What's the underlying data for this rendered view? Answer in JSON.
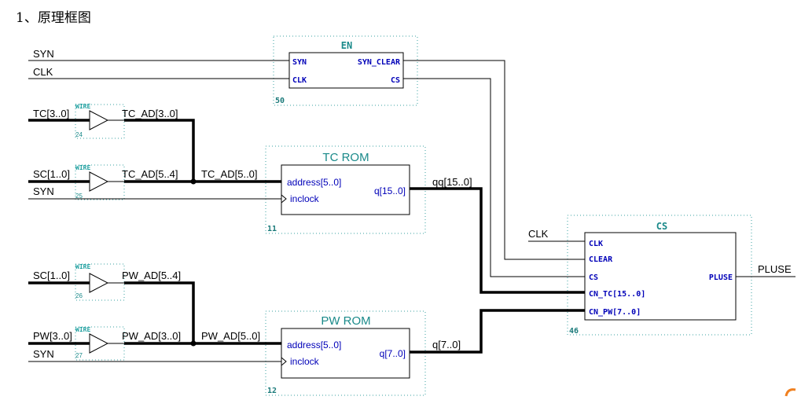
{
  "heading": "1、原理框图",
  "signals": {
    "syn": "SYN",
    "clk": "CLK",
    "tc_in": "TC[3..0]",
    "sc_in_a": "SC[1..0]",
    "syn_b": "SYN",
    "sc_in_b": "SC[1..0]",
    "pw_in": "PW[3..0]",
    "syn_c": "SYN",
    "clk_cs": "CLK",
    "tc_ad_30": "TC_AD[3..0]",
    "tc_ad_54": "TC_AD[5..4]",
    "tc_ad_50": "TC_AD[5..0]",
    "pw_ad_54": "PW_AD[5..4]",
    "pw_ad_30": "PW_AD[3..0]",
    "pw_ad_50": "PW_AD[5..0]",
    "qq": "qq[15..0]",
    "q7": "q[7..0]",
    "pluse_out": "PLUSE"
  },
  "blocks": {
    "en": {
      "title": "EN",
      "number": "50",
      "pins": [
        "SYN",
        "SYN_CLEAR",
        "CLK",
        "CS"
      ]
    },
    "tc_rom": {
      "title": "TC ROM",
      "number": "11",
      "pins": [
        "address[5..0]",
        "inclock",
        "q[15..0]"
      ]
    },
    "pw_rom": {
      "title": "PW ROM",
      "number": "12",
      "pins": [
        "address[5..0]",
        "inclock",
        "q[7..0]"
      ]
    },
    "cs": {
      "title": "CS",
      "number": "46",
      "pins": [
        "CLK",
        "CLEAR",
        "CS",
        "CN_TC[15..0]",
        "CN_PW[7..0]",
        "PLUSE"
      ]
    }
  },
  "wires": [
    {
      "tag": "WIRE",
      "number": "24"
    },
    {
      "tag": "WIRE",
      "number": "25"
    },
    {
      "tag": "WIRE",
      "number": "26"
    },
    {
      "tag": "WIRE",
      "number": "27"
    }
  ]
}
